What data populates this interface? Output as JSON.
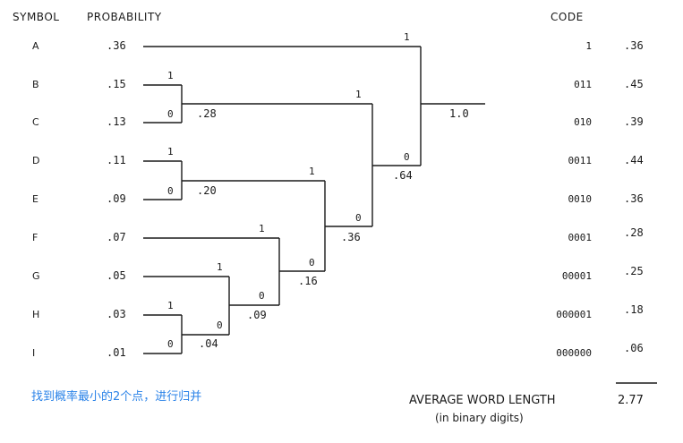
{
  "headers": {
    "symbol": "SYMBOL",
    "probability": "PROBABILITY",
    "code": "CODE"
  },
  "rows": [
    {
      "symbol": "A",
      "prob": ".36",
      "code": "1",
      "right": ".36"
    },
    {
      "symbol": "B",
      "prob": ".15",
      "code": "011",
      "right": ".45"
    },
    {
      "symbol": "C",
      "prob": ".13",
      "code": "010",
      "right": ".39"
    },
    {
      "symbol": "D",
      "prob": ".11",
      "code": "0011",
      "right": ".44"
    },
    {
      "symbol": "E",
      "prob": ".09",
      "code": "0010",
      "right": ".36"
    },
    {
      "symbol": "F",
      "prob": ".07",
      "code": "0001",
      "right": ".28"
    },
    {
      "symbol": "G",
      "prob": ".05",
      "code": "00001",
      "right": ".25"
    },
    {
      "symbol": "H",
      "prob": ".03",
      "code": "000001",
      "right": ".18"
    },
    {
      "symbol": "I",
      "prob": ".01",
      "code": "000000",
      "right": ".06"
    }
  ],
  "merges": {
    "hi": ".04",
    "ghi": ".09",
    "fghi": ".16",
    "de": ".20",
    "bc": ".28",
    "defghi": ".36",
    "bcdefghi": ".64",
    "root": "1.0"
  },
  "branch_labels": {
    "one": "1",
    "zero": "0"
  },
  "note": "找到概率最小的2个点，进行归并",
  "average": {
    "label": "AVERAGE WORD LENGTH",
    "value": "2.77",
    "unit": "(in binary digits)"
  }
}
